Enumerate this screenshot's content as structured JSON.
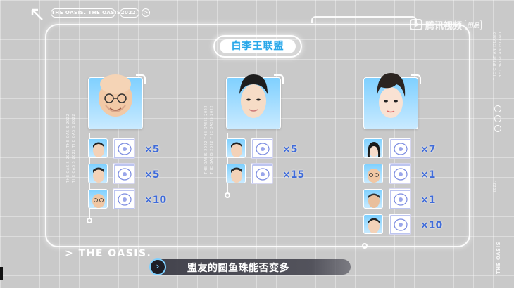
{
  "header": {
    "tag_left": "THE OASIS. THE OASIS.",
    "tag_year": "2022.",
    "tag_arrow": ">"
  },
  "watermark": {
    "brand": "腾讯视频",
    "badge": "出品"
  },
  "title": "白李王联盟",
  "leaders": [
    {
      "name": "leader-1",
      "members": [
        {
          "count": "×5"
        },
        {
          "count": "×5"
        },
        {
          "count": "×10"
        }
      ]
    },
    {
      "name": "leader-2",
      "members": [
        {
          "count": "×5"
        },
        {
          "count": "×15"
        }
      ]
    },
    {
      "name": "leader-3",
      "members": [
        {
          "count": "×7"
        },
        {
          "count": "×1"
        },
        {
          "count": "×1"
        },
        {
          "count": "×10"
        }
      ]
    }
  ],
  "side_text": {
    "vertical_caption": "THE OASIS 2022 THE OASIS 2022",
    "right_top": "THE CHRISTIAN ISLAND",
    "right_mid": "2022.",
    "right_bottom": "THE OASIS"
  },
  "footer": {
    "oasis_label": "> THE OASIS.",
    "subtitle": "盟友的圆鱼珠能否变多"
  },
  "colors": {
    "accent_blue": "#2aa7e8",
    "multiplier_blue": "#3f6bd9",
    "card_bg": "#7fd0ff"
  }
}
